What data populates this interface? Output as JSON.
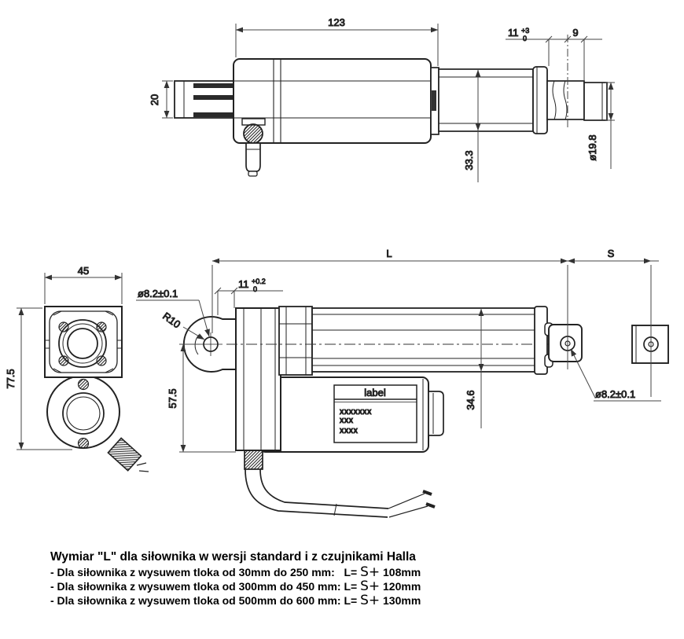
{
  "drawing": {
    "top_view": {
      "len": "123",
      "tol_main": "11",
      "tol_sup": "+3",
      "tol_sub": "0",
      "nine": "9",
      "twenty": "20",
      "tube": "33.3",
      "rod": "ø19.8"
    },
    "main_view": {
      "L": "L",
      "S": "S",
      "hole_left": "ø8.2±0.1",
      "radius": "R10",
      "tol_main": "11",
      "tol_sup": "+0.2",
      "tol_sub": "0",
      "height": "57.5",
      "tube": "34.6",
      "hole_right": "ø8.2±0.1",
      "label_title": "label",
      "label_l1": "XXXXXXX",
      "label_l2": "XXX",
      "label_l3": "XXXX"
    },
    "side_view": {
      "width": "45",
      "height": "77.5"
    }
  },
  "notes": {
    "title": "Wymiar \"L\" dla siłownika w wersji standard i z czujnikami Halla",
    "lines": [
      {
        "prefix": "- Dla siłownika z wysuwem tloka od 30mm do 250 mm:   L= ",
        "s": "S+",
        "suffix": " 108mm"
      },
      {
        "prefix": "- Dla siłownika z wysuwem tloka od 300mm do 450 mm: L= ",
        "s": "S+",
        "suffix": " 120mm"
      },
      {
        "prefix": "- Dla siłownika z wysuwem tloka od 500mm do 600 mm: L= ",
        "s": "S+",
        "suffix": " 130mm"
      }
    ]
  }
}
